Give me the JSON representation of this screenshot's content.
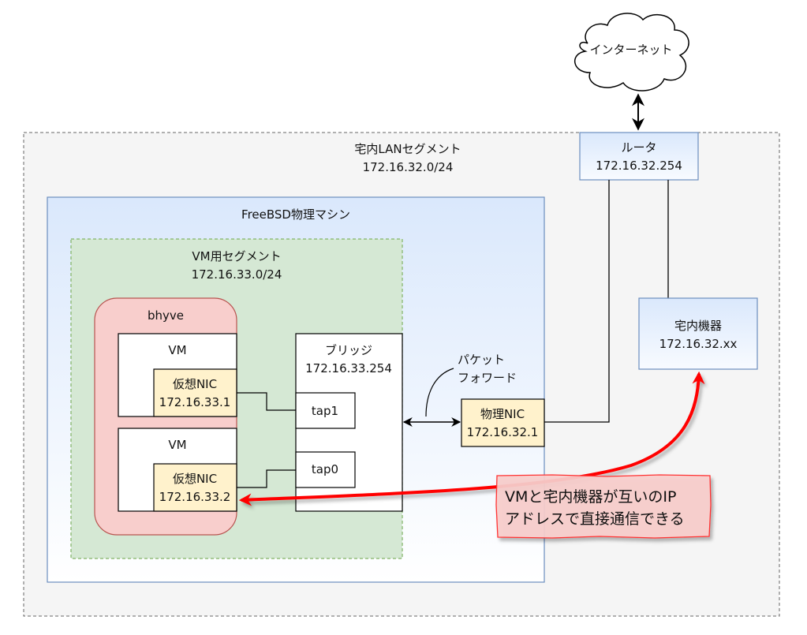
{
  "internet": {
    "label": "インターネット"
  },
  "lan_segment": {
    "name": "宅内LANセグメント",
    "subnet": "172.16.32.0/24"
  },
  "router": {
    "name": "ルータ",
    "ip": "172.16.32.254"
  },
  "host_device": {
    "name": "宅内機器",
    "ip": "172.16.32.xx"
  },
  "freebsd_machine": {
    "name": "FreeBSD物理マシン"
  },
  "vm_segment": {
    "name": "VM用セグメント",
    "subnet": "172.16.33.0/24"
  },
  "bhyve": {
    "name": "bhyve"
  },
  "vms": [
    {
      "label": "VM",
      "nic_name": "仮想NIC",
      "nic_ip": "172.16.33.1"
    },
    {
      "label": "VM",
      "nic_name": "仮想NIC",
      "nic_ip": "172.16.33.2"
    }
  ],
  "bridge": {
    "name": "ブリッジ",
    "ip": "172.16.33.254",
    "taps": [
      "tap1",
      "tap0"
    ]
  },
  "physical_nic": {
    "name": "物理NIC",
    "ip": "172.16.32.1"
  },
  "packet_forward": {
    "line1": "パケット",
    "line2": "フォワード"
  },
  "callout": {
    "line1": "VMと宅内機器が互いのIP",
    "line2": "アドレスで直接通信できる"
  },
  "colors": {
    "lan_fill": "#f5f5f5",
    "lan_stroke": "#666666",
    "machine_stroke": "#6c8ebf",
    "machine_fill_top": "#dae8fc",
    "vmseg_fill": "#d5e8d4",
    "vmseg_stroke": "#82b366",
    "bhyve_fill": "#f8cecc",
    "bhyve_stroke": "#b85450",
    "nic_fill": "#fff2cc",
    "arrow_red": "#ff0000"
  }
}
